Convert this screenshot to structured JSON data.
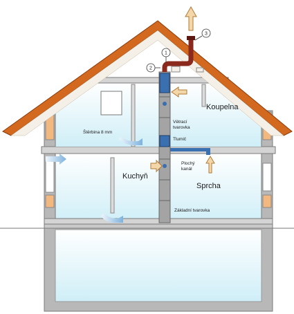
{
  "labels": {
    "koupelna": "Koupelna",
    "kuchyn": "Kuchyň",
    "sprcha": "Sprcha",
    "sterbina": "Štěrbina 8 mm",
    "vetraci_1": "Větrací",
    "vetraci_2": "tvarovka",
    "tlumic": "Tlumič",
    "plochy_1": "Plochý",
    "plochy_2": "kanál",
    "zakladni": "Základní tvarovka"
  },
  "markers": [
    "1",
    "2",
    "3"
  ],
  "colors": {
    "roof": "#d2691e",
    "wall": "#b4b4b4",
    "wall_edge": "#7a7a7a",
    "room_fill": "#dff3f9",
    "stack": "#9a9a9a",
    "duct": "#8b2a1c",
    "flow_arrow": "#f4d7a8",
    "fresh_air": "#6fa8dc",
    "fan": "#3a6fb0"
  }
}
